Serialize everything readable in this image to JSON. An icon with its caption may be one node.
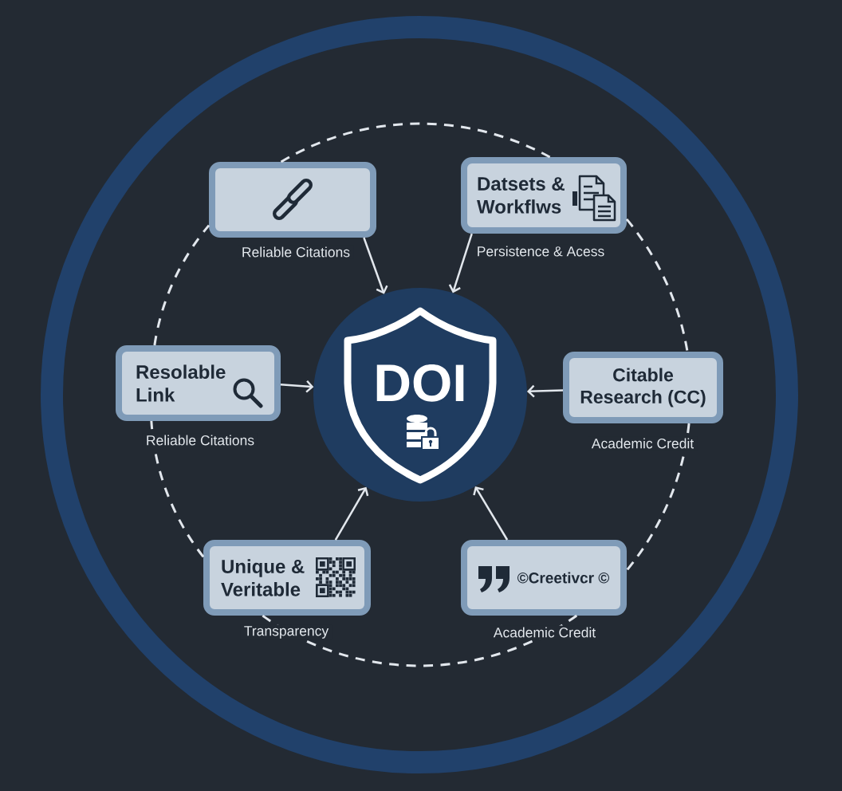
{
  "diagram": {
    "nodes": [
      {
        "text": [],
        "shape": "box",
        "beside": [
          "Reliable Citations"
        ]
      },
      {
        "text": [
          "Datsets & Workflws"
        ],
        "beside": [
          "Persistence & Acess"
        ]
      },
      {
        "text": [
          "Resolable Link"
        ],
        "beside": [
          "Reliable Citations"
        ]
      },
      {
        "text": [
          "DOI"
        ]
      },
      {
        "text": [
          "Citable Research (CC)"
        ],
        "beside": [
          "Academic Credit"
        ]
      },
      {
        "text": [
          "Unique & Veritable"
        ],
        "beside": [
          "Transparency"
        ]
      },
      {
        "text": [
          "©Creetivcr ©"
        ],
        "beside": [
          "Academic Credit"
        ]
      }
    ],
    "edges": [
      {
        "from": 0,
        "to": 3,
        "arrow": "to"
      },
      {
        "from": 1,
        "to": 3,
        "arrow": "to"
      },
      {
        "from": 2,
        "to": 3,
        "arrow": "to"
      },
      {
        "from": 4,
        "to": 3,
        "arrow": "to"
      },
      {
        "from": 5,
        "to": 3,
        "arrow": "to"
      },
      {
        "from": 6,
        "to": 3,
        "arrow": "to"
      },
      {
        "from": 0,
        "to": 1,
        "arrow": "none",
        "style": "dashed"
      },
      {
        "from": 1,
        "to": 4,
        "arrow": "none",
        "style": "dashed"
      },
      {
        "from": 4,
        "to": 6,
        "arrow": "none",
        "style": "dashed"
      },
      {
        "from": 6,
        "to": 5,
        "arrow": "none",
        "style": "dashed"
      },
      {
        "from": 5,
        "to": 2,
        "arrow": "none",
        "style": "dashed"
      },
      {
        "from": 2,
        "to": 0,
        "arrow": "none",
        "style": "dashed"
      }
    ]
  }
}
